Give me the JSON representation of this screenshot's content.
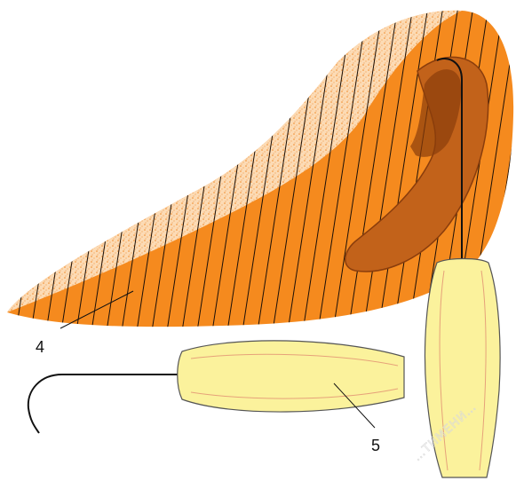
{
  "figure": {
    "labels": {
      "item_4": "4",
      "item_5": "5"
    },
    "watermark": "…ТИМЕНИ…",
    "colors": {
      "meat_orange": "#f58a1e",
      "meat_light": "#f8b46a",
      "bone_brown": "#c2621a",
      "bone_dark": "#8a3d0c",
      "handle_yellow": "#fbf29c",
      "handle_stroke": "#555555",
      "handle_vein": "#e6a27a",
      "hatch": "#1c1008",
      "hook": "#111111"
    }
  }
}
